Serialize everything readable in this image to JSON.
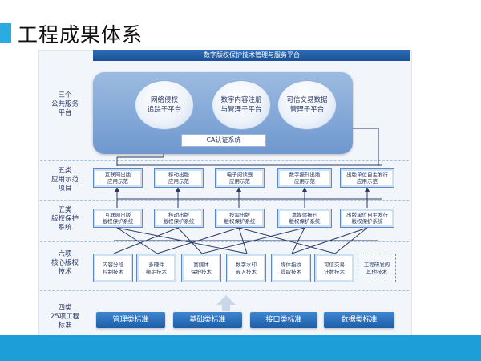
{
  "slide_title": "工程成果体系",
  "diagram": {
    "header": "数字版权保护技术管理与服务平台",
    "row_labels": {
      "platform": "三个\n公共服务\n平台",
      "apps": "五类\n应用示范\n项目",
      "protect": "五类\n版权保护\n系统",
      "tech": "六项\n核心版权\n技术",
      "standards": "四类\n25项工程\n标准"
    },
    "platforms": [
      "网络侵权\n追踪子平台",
      "数字内容注册\n与管理子平台",
      "可信交易数据\n管理子平台"
    ],
    "ca_label": "CA认证系统",
    "apps": [
      "互联网出版\n应用示范",
      "移动出版\n应用示范",
      "电子阅读器\n应用示范",
      "数字报刊出版\n应用示范",
      "出版单位自主发行\n应用示范"
    ],
    "protect_systems": [
      "互联网出版\n版权保护系统",
      "移动出版\n版权保护系统",
      "按需出版\n版权保护系统",
      "富媒体报刊\n版权保护系统",
      "出版单位自主发行\n版权保护系统"
    ],
    "techs": [
      "内容分段\n控制技术",
      "多硬件\n绑定技术",
      "富媒体\n保护技术",
      "数字水印\n嵌入技术",
      "媒体指纹\n提取技术",
      "可信交易\n计数技术",
      "工程研发的\n其他技术"
    ],
    "standards": [
      "管理类标准",
      "基础类标准",
      "接口类标准",
      "数据类标准"
    ],
    "colors": {
      "accent": "#29abe2",
      "header": "#1b4f92",
      "button": "#1c5ea8",
      "footer": "#1e9ed9"
    }
  }
}
